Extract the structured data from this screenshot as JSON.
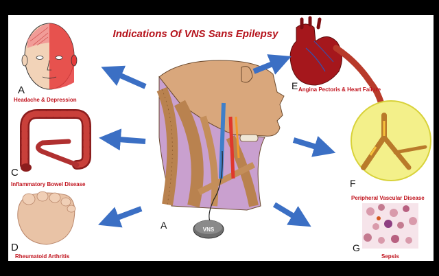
{
  "title": "Indications Of VNS Sans Epilepsy",
  "center": {
    "letter": "A",
    "device_label": "VNS"
  },
  "indications": [
    {
      "letter": "A",
      "label": "Headache & Depression"
    },
    {
      "letter": "C",
      "label": "Inflammatory Bowel Disease"
    },
    {
      "letter": "D",
      "label": "Rheumatoid Arthritis"
    },
    {
      "letter": "E",
      "label": "Angina Pectoris & Heart Failure"
    },
    {
      "letter": "F",
      "label": "Peripheral Vascular Disease"
    },
    {
      "letter": "G",
      "label": "Sepsis"
    }
  ],
  "colors": {
    "title": "#b5121b",
    "labels": "#c0121c",
    "arrows": "#3b6fc4",
    "skin": "#d9a77c",
    "muscle": "#b9824f",
    "vessel_circle": "#f3f08a"
  }
}
